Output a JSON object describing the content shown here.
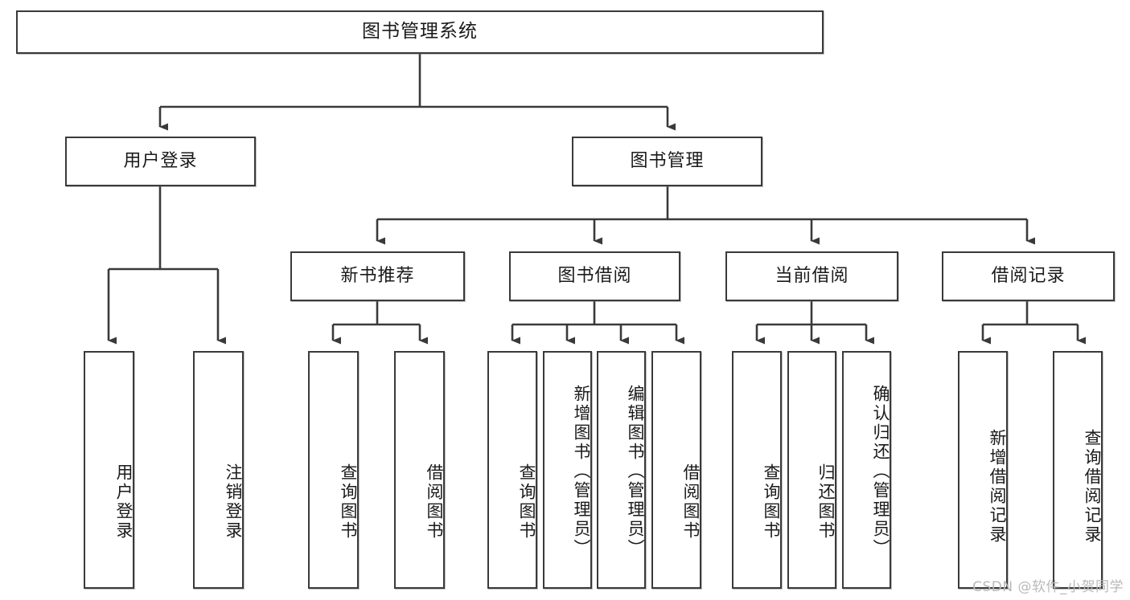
{
  "diagram": {
    "title": "图书管理系统",
    "type": "tree",
    "root": {
      "id": "root",
      "label": "图书管理系统"
    },
    "level1": [
      {
        "id": "user-login",
        "label": "用户登录"
      },
      {
        "id": "book-management",
        "label": "图书管理"
      }
    ],
    "level2": [
      {
        "id": "new-book-recommend",
        "label": "新书推荐",
        "parent": "book-management"
      },
      {
        "id": "book-borrow",
        "label": "图书借阅",
        "parent": "book-management"
      },
      {
        "id": "current-borrow",
        "label": "当前借阅",
        "parent": "book-management"
      },
      {
        "id": "borrow-record",
        "label": "借阅记录",
        "parent": "book-management"
      }
    ],
    "leaves": [
      {
        "id": "leaf-user-login",
        "label": "用户登录",
        "parent": "user-login"
      },
      {
        "id": "leaf-logout",
        "label": "注销登录",
        "parent": "user-login"
      },
      {
        "id": "leaf-query-book-1",
        "label": "查询图书",
        "parent": "new-book-recommend"
      },
      {
        "id": "leaf-borrow-book-1",
        "label": "借阅图书",
        "parent": "new-book-recommend"
      },
      {
        "id": "leaf-query-book-2",
        "label": "查询图书",
        "parent": "book-borrow"
      },
      {
        "id": "leaf-add-book",
        "label": "新增图书（管理员）",
        "parent": "book-borrow"
      },
      {
        "id": "leaf-edit-book",
        "label": "编辑图书（管理员）",
        "parent": "book-borrow"
      },
      {
        "id": "leaf-borrow-book-2",
        "label": "借阅图书",
        "parent": "book-borrow"
      },
      {
        "id": "leaf-query-book-3",
        "label": "查询图书",
        "parent": "current-borrow"
      },
      {
        "id": "leaf-return-book",
        "label": "归还图书",
        "parent": "current-borrow"
      },
      {
        "id": "leaf-confirm-return",
        "label": "确认归还（管理员）",
        "parent": "current-borrow"
      },
      {
        "id": "leaf-add-record",
        "label": "新增借阅记录",
        "parent": "borrow-record"
      },
      {
        "id": "leaf-query-record",
        "label": "查询借阅记录",
        "parent": "borrow-record"
      }
    ]
  },
  "watermark": {
    "text": "CSDN @软件_小贺同学"
  },
  "colors": {
    "stroke": "#3a3a3a",
    "box_fill": "#ffffff",
    "text": "#1a1a1a",
    "watermark": "#b9b9b9",
    "background": "#ffffff"
  }
}
